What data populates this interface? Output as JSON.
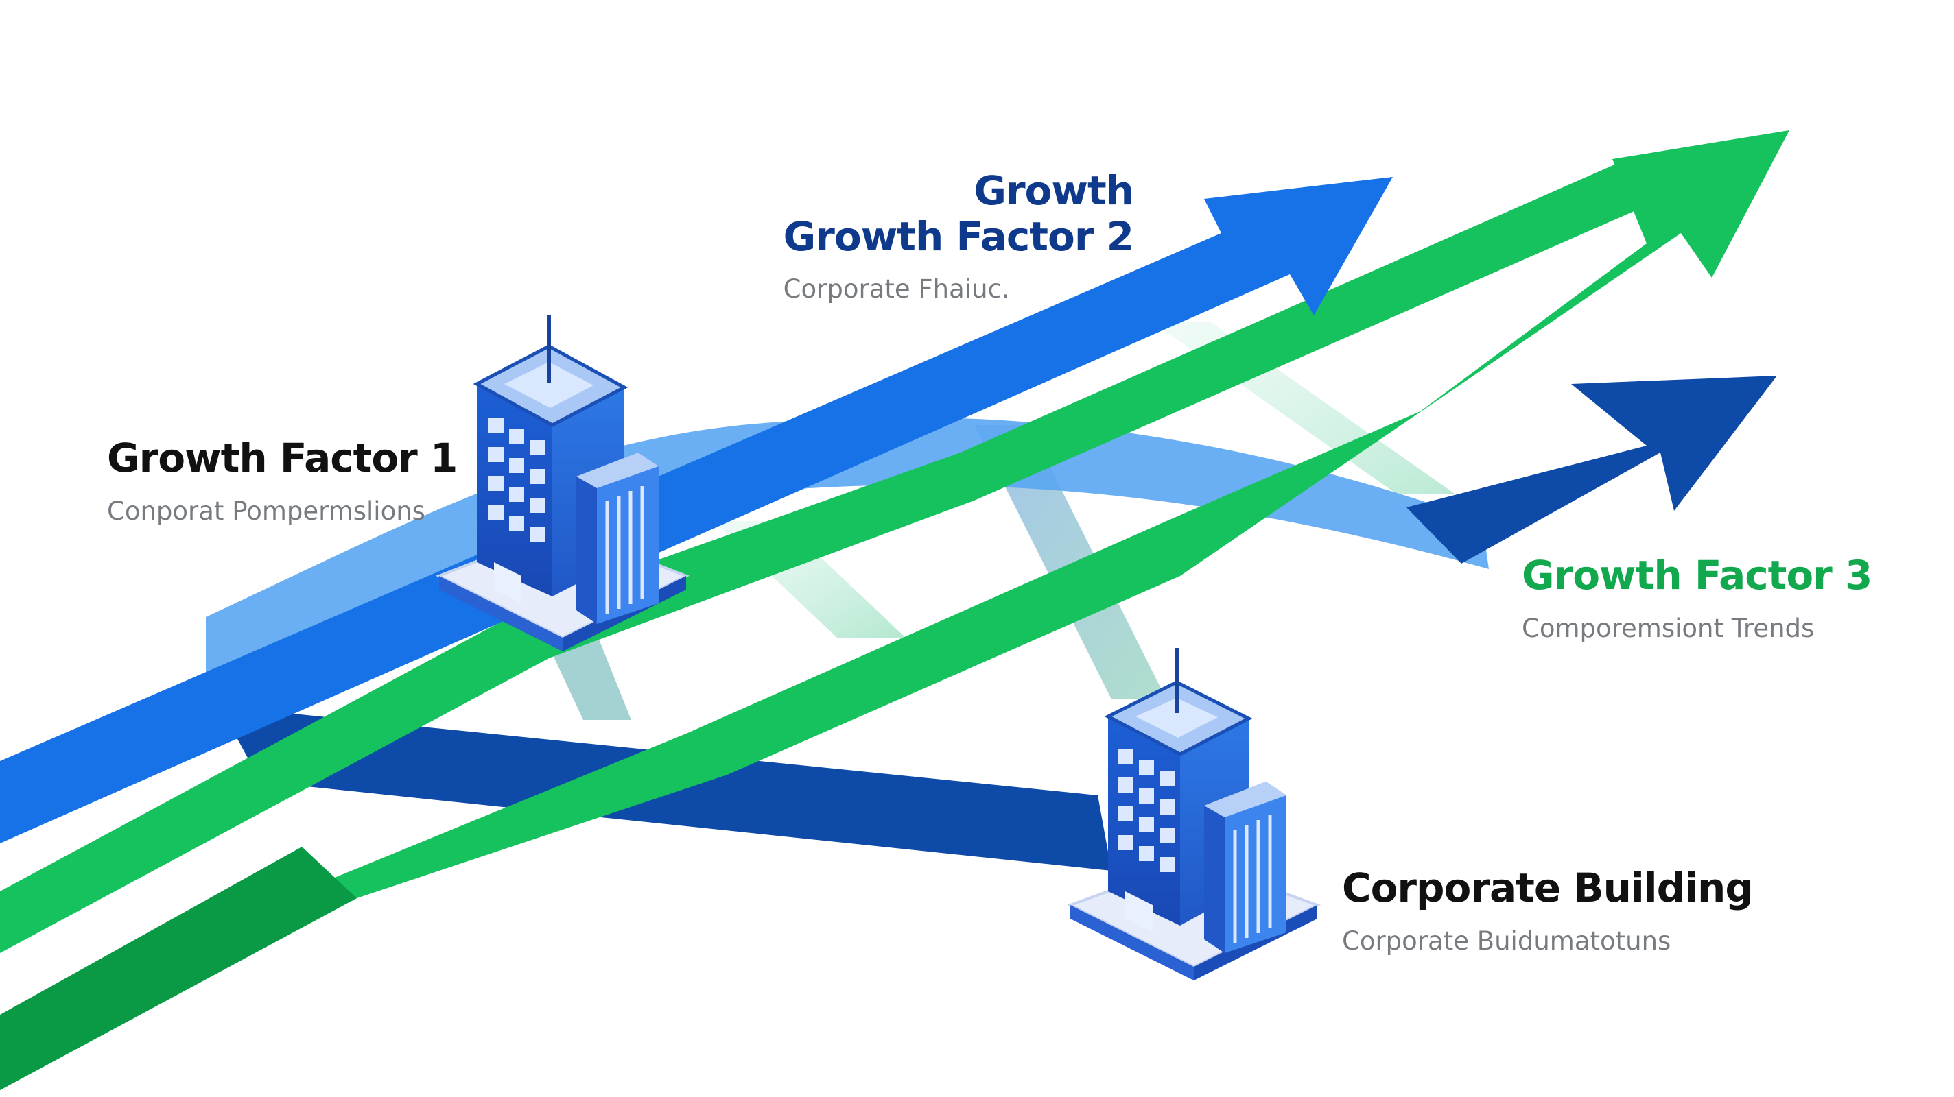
{
  "colors": {
    "blue": "#1672e6",
    "light_blue": "#5aa6f2",
    "navy": "#0e4aa8",
    "green": "#16c25e",
    "dark_green": "#0a9a46",
    "title_navy": "#0f3a8c",
    "title_black": "#111111",
    "title_green": "#12a84e",
    "subtitle_gray": "#777b80"
  },
  "labels": {
    "gf2_heading": "Growth",
    "gf2_title": "Growth Factor 2",
    "gf2_sub": "Corporate Fhaiuc.",
    "gf1_title": "Growth Factor 1",
    "gf1_sub": "Conporat Pompermslions",
    "gf3_title": "Growth Factor 3",
    "gf3_sub": "Comporemsiont Trends",
    "cb_title": "Corporate Building",
    "cb_sub": "Corporate Buidumatotuns"
  },
  "icons": [
    "building-icon",
    "building-icon",
    "arrow-icon",
    "arrow-icon",
    "arrow-icon"
  ]
}
